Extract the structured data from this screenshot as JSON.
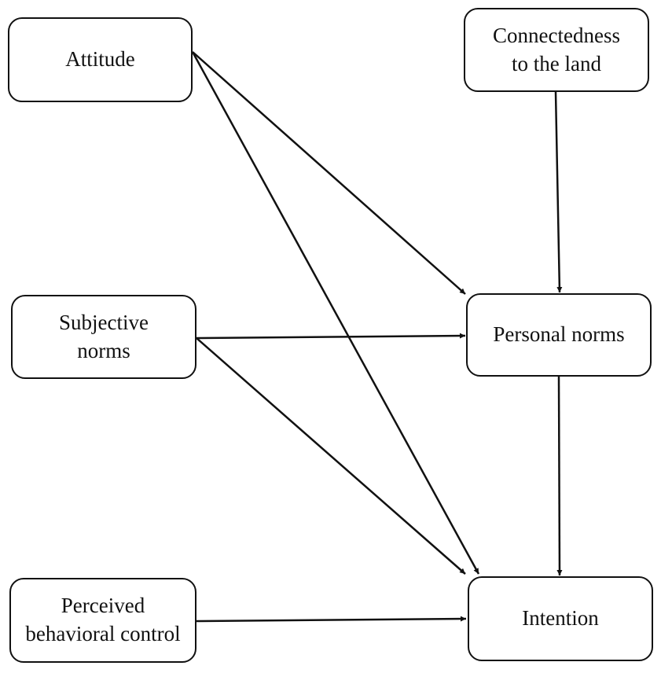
{
  "nodes": {
    "attitude": {
      "lines": [
        "Attitude"
      ]
    },
    "connectedness": {
      "lines": [
        "Connectedness",
        "to the land"
      ]
    },
    "subjective": {
      "lines": [
        "Subjective",
        "norms"
      ]
    },
    "personal": {
      "lines": [
        "Personal norms"
      ]
    },
    "pbc": {
      "lines": [
        "Perceived",
        "behavioral control"
      ]
    },
    "intention": {
      "lines": [
        "Intention"
      ]
    }
  },
  "edges": [
    {
      "from": "attitude",
      "to": "personal"
    },
    {
      "from": "attitude",
      "to": "intention"
    },
    {
      "from": "connectedness",
      "to": "personal"
    },
    {
      "from": "subjective",
      "to": "personal"
    },
    {
      "from": "subjective",
      "to": "intention"
    },
    {
      "from": "personal",
      "to": "intention"
    },
    {
      "from": "pbc",
      "to": "intention"
    }
  ],
  "colors": {
    "stroke": "#111111",
    "background": "#ffffff"
  }
}
